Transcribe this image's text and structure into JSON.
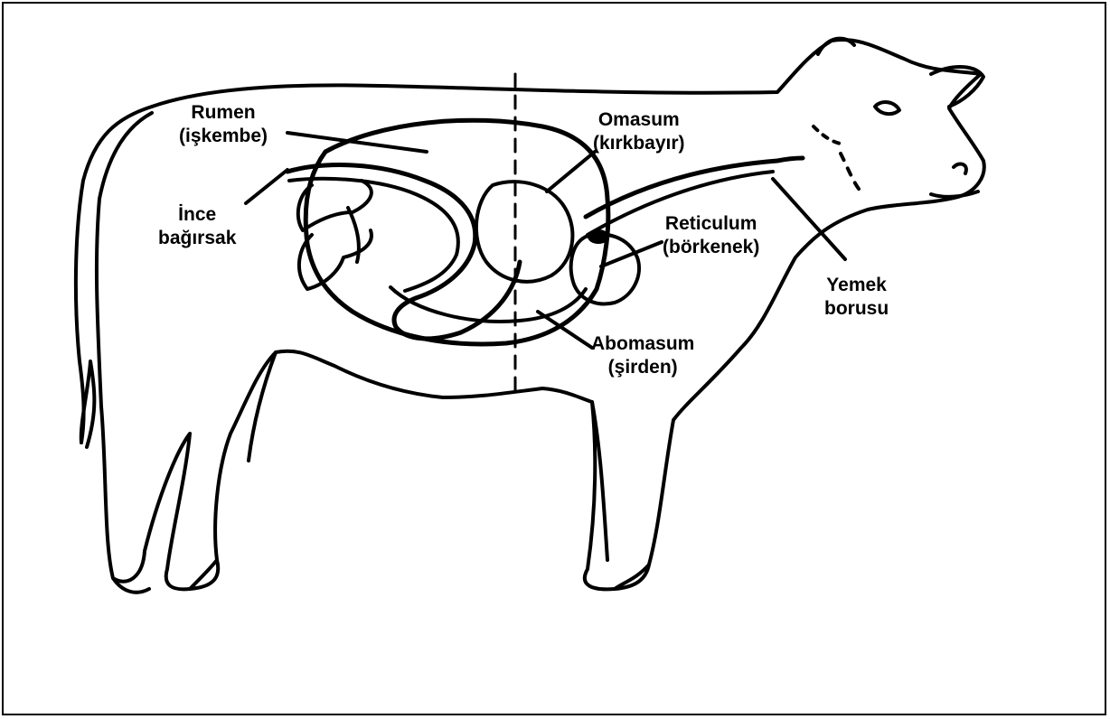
{
  "labels": {
    "rumen": {
      "name": "Rumen",
      "turkish": "(işkembe)"
    },
    "omasum": {
      "name": "Omasum",
      "turkish": "(kırkbayır)"
    },
    "ince": {
      "line1": "İnce",
      "line2": "bağırsak"
    },
    "reticulum": {
      "name": "Reticulum",
      "turkish": "(börkenek)"
    },
    "yemek": {
      "line1": "Yemek",
      "line2": "borusu"
    },
    "abomasum": {
      "name": "Abomasum",
      "turkish": "(şirden)"
    }
  },
  "colors": {
    "ink": "#000000",
    "background": "#ffffff"
  }
}
